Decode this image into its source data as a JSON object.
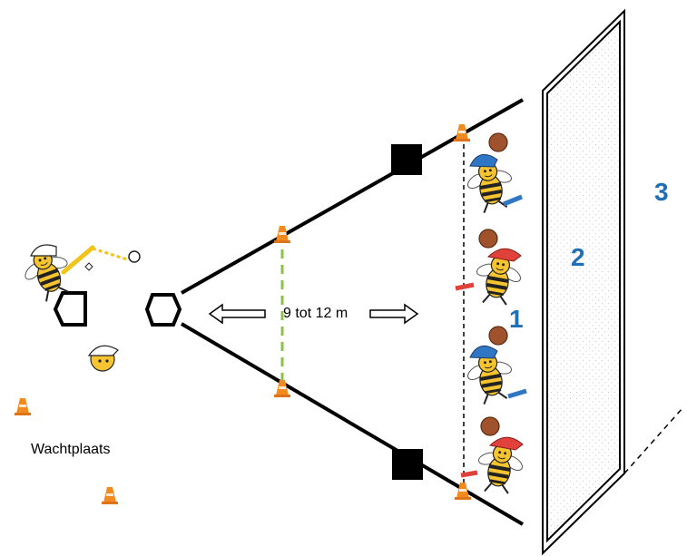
{
  "labels": {
    "zone_1": "1",
    "zone_2": "2",
    "zone_3": "3",
    "distance": "9 tot 12 m",
    "waiting_area": "Wachtplaats"
  },
  "colors": {
    "zone_label": "#1f6fb5",
    "dashed_line_green": "#8bc34a",
    "cone_orange": "#f28a1e",
    "bee_yellow": "#f6c431",
    "cap_blue": "#2f76c4",
    "cap_red": "#e0413a",
    "glove_brown": "#a0522d",
    "bat_yellow": "#f2c318"
  },
  "icons": {
    "batter": "batter-bee-icon",
    "runner": "helmet-bee-head-icon",
    "fielder_blue": "fielder-bee-blue-cap-icon",
    "fielder_red": "fielder-bee-red-cap-icon",
    "cone": "traffic-cone-icon",
    "home_plate": "home-plate-icon",
    "base": "base-icon",
    "net": "net-screen-icon"
  }
}
